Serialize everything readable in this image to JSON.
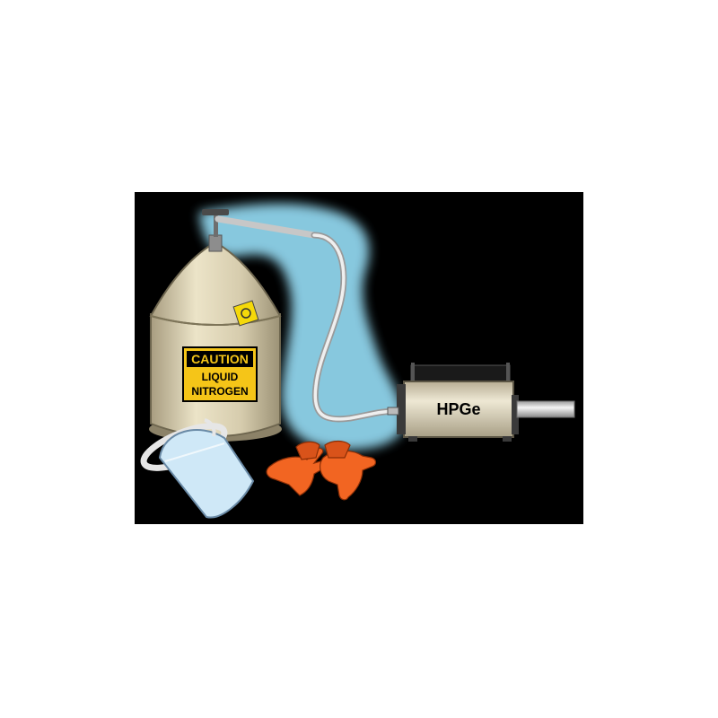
{
  "canister_label": {
    "line1": "CAUTION",
    "line2": "LIQUID",
    "line3": "NITROGEN"
  },
  "detector": {
    "label": "HPGe"
  },
  "colors": {
    "background": "#000000",
    "vapor": "#8fd3ea",
    "canister_body": "#d9cfb0",
    "caution_yellow": "#f5c518",
    "gloves": "#f26522",
    "hose": "#dcdcdc",
    "detector_body": "#e3dcc6",
    "shield": "#cfe8f7"
  },
  "icons": [
    "liquid-nitrogen-dewar",
    "transfer-hose",
    "hpge-detector",
    "face-shield",
    "safety-gloves",
    "radiation-sticker"
  ]
}
